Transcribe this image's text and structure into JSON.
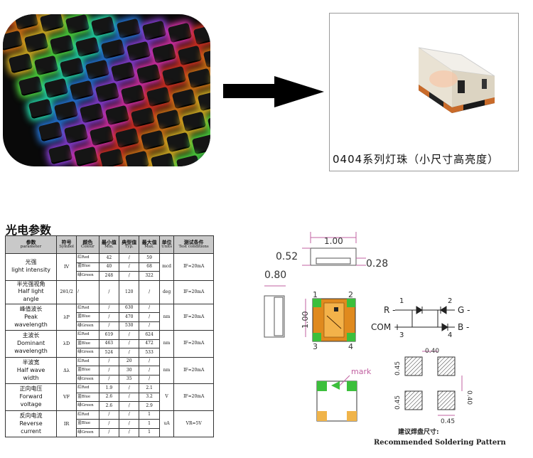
{
  "product": {
    "caption": "0404系列灯珠（小尺寸高亮度）"
  },
  "table": {
    "title": "光电参数",
    "headers": [
      {
        "cn": "参数",
        "en": "parameter"
      },
      {
        "cn": "符号",
        "en": "Symbol"
      },
      {
        "cn": "颜色",
        "en": "Colour"
      },
      {
        "cn": "最小值",
        "en": "Min."
      },
      {
        "cn": "典型值",
        "en": "Typ."
      },
      {
        "cn": "最大值",
        "en": "Max."
      },
      {
        "cn": "单位",
        "en": "Units"
      },
      {
        "cn": "测试条件",
        "en": "Test conditions"
      }
    ],
    "groups": [
      {
        "name": [
          "光强",
          "light intensity"
        ],
        "symbol": "IV",
        "unit": "mcd",
        "cond": "IF=20mA",
        "rows": [
          [
            "红Red",
            "42",
            "/",
            "59"
          ],
          [
            "蓝Blue",
            "40",
            "/",
            "68"
          ],
          [
            "绿Green",
            "248",
            "/",
            "322"
          ]
        ]
      },
      {
        "name": [
          "半光强视角",
          "Half light",
          "angle"
        ],
        "symbol": "2θ1/2",
        "unit": "deg",
        "cond": "IF=20mA",
        "rows": [
          [
            "/",
            "/",
            "120",
            "/"
          ]
        ]
      },
      {
        "name": [
          "峰值波长",
          "Peak",
          "wavelength"
        ],
        "symbol": "λP",
        "unit": "nm",
        "cond": "IF=20mA",
        "rows": [
          [
            "红Red",
            "/",
            "630",
            "/"
          ],
          [
            "蓝Blue",
            "/",
            "470",
            "/"
          ],
          [
            "绿Green",
            "/",
            "530",
            "/"
          ]
        ]
      },
      {
        "name": [
          "主波长",
          "Dominant",
          "wavelength"
        ],
        "symbol": "λD",
        "unit": "nm",
        "cond": "IF=20mA",
        "rows": [
          [
            "红Red",
            "619",
            "/",
            "624"
          ],
          [
            "蓝Blue",
            "463",
            "/",
            "472"
          ],
          [
            "绿Green",
            "524",
            "/",
            "533"
          ]
        ]
      },
      {
        "name": [
          "半波宽",
          "Half wave",
          "width"
        ],
        "symbol": "Δλ",
        "unit": "nm",
        "cond": "IF=20mA",
        "rows": [
          [
            "红Red",
            "/",
            "20",
            "/"
          ],
          [
            "蓝Blue",
            "/",
            "30",
            "/"
          ],
          [
            "绿Green",
            "/",
            "35",
            "/"
          ]
        ]
      },
      {
        "name": [
          "正向电压",
          "Forward",
          "voltage"
        ],
        "symbol": "VF",
        "unit": "V",
        "cond": "IF=20mA",
        "rows": [
          [
            "红Red",
            "1.9",
            "/",
            "2.1"
          ],
          [
            "蓝Blue",
            "2.6",
            "/",
            "3.2"
          ],
          [
            "绿Green",
            "2.6",
            "/",
            "2.9"
          ]
        ]
      },
      {
        "name": [
          "反向电流",
          "Reverse",
          "current"
        ],
        "symbol": "IR",
        "unit": "uA",
        "cond": "VR=5V",
        "rows": [
          [
            "红Red",
            "/",
            "/",
            "1"
          ],
          [
            "蓝Blue",
            "/",
            "/",
            "1"
          ],
          [
            "绿Green",
            "/",
            "/",
            "1"
          ]
        ]
      }
    ]
  },
  "drawing": {
    "dim_top_width": "1.00",
    "dim_left_height": "0.52",
    "dim_right_height": "0.28",
    "dim_side_width": "0.80",
    "dim_front_height": "1.00",
    "pins": [
      "1",
      "2",
      "3",
      "4"
    ],
    "circuit_labels": {
      "r": "R -",
      "g": "G -",
      "com": "COM +",
      "b": "B -"
    },
    "mark_label": "mark",
    "pad_dim_top": "0.40",
    "pad_dim_right": "0.40",
    "pad_dim_left_top": "0.45",
    "pad_dim_left_bottom": "0.45",
    "pad_dim_bottom": "0.45",
    "solder_caption_cn": "建议焊盘尺寸:",
    "solder_caption_en": "Recommended Soldering Pattern"
  },
  "colors": {
    "green_pad": "#3cbf3c",
    "copper": "#e08a1e",
    "dim_line": "#c060a0",
    "hatch": "#333333"
  }
}
